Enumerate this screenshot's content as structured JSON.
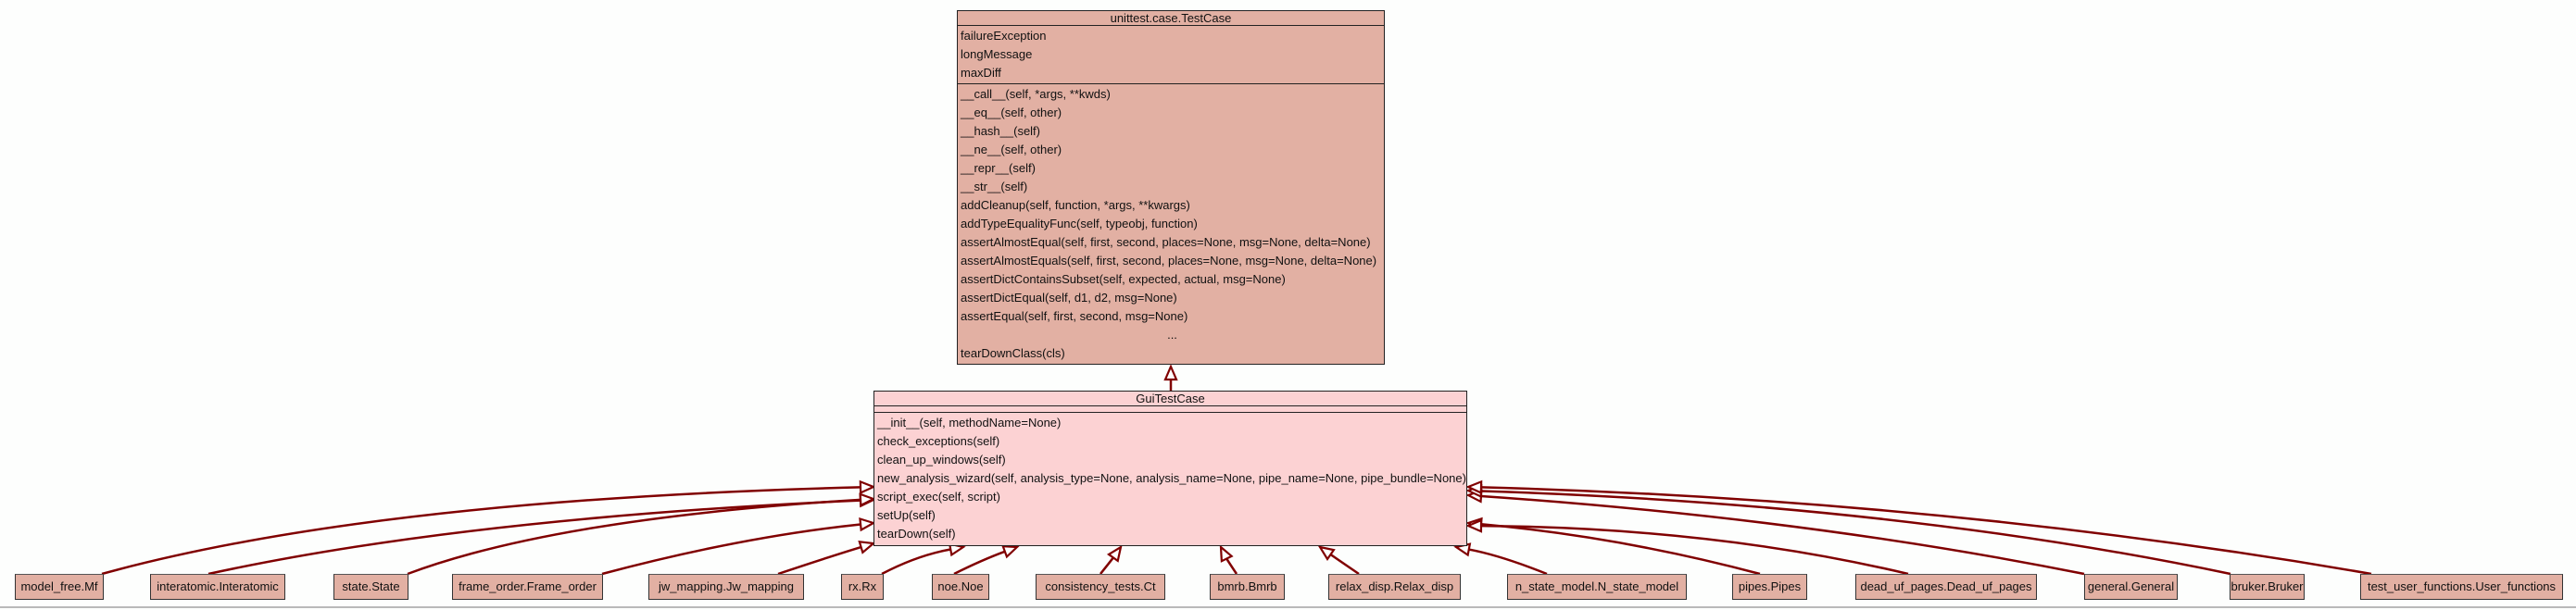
{
  "diagram": {
    "type": "uml-class-inheritance",
    "colors": {
      "edge": "#800000",
      "base_fill": "#e2b0a3",
      "focus_fill": "#fcd2d3",
      "border": "#222222",
      "background": "#fdfefd"
    },
    "base_class": {
      "name": "unittest.case.TestCase",
      "attributes": [
        "failureException",
        "longMessage",
        "maxDiff"
      ],
      "methods": [
        "__call__(self, *args, **kwds)",
        "__eq__(self, other)",
        "__hash__(self)",
        "__ne__(self, other)",
        "__repr__(self)",
        "__str__(self)",
        "addCleanup(self, function, *args, **kwargs)",
        "addTypeEqualityFunc(self, typeobj, function)",
        "assertAlmostEqual(self, first, second, places=None, msg=None, delta=None)",
        "assertAlmostEquals(self, first, second, places=None, msg=None, delta=None)",
        "assertDictContainsSubset(self, expected, actual, msg=None)",
        "assertDictEqual(self, d1, d2, msg=None)",
        "assertEqual(self, first, second, msg=None)"
      ],
      "ellipsis": "...",
      "last_method": "tearDownClass(cls)"
    },
    "focus_class": {
      "name": "GuiTestCase",
      "attributes": [],
      "methods": [
        "__init__(self, methodName=None)",
        "check_exceptions(self)",
        "clean_up_windows(self)",
        "new_analysis_wizard(self, analysis_type=None, analysis_name=None, pipe_name=None, pipe_bundle=None)",
        "script_exec(self, script)",
        "setUp(self)",
        "tearDown(self)"
      ],
      "inherits_from": "unittest.case.TestCase"
    },
    "subclasses": [
      {
        "name": "model_free.Mf"
      },
      {
        "name": "interatomic.Interatomic"
      },
      {
        "name": "state.State"
      },
      {
        "name": "frame_order.Frame_order"
      },
      {
        "name": "jw_mapping.Jw_mapping"
      },
      {
        "name": "rx.Rx"
      },
      {
        "name": "noe.Noe"
      },
      {
        "name": "consistency_tests.Ct"
      },
      {
        "name": "bmrb.Bmrb"
      },
      {
        "name": "relax_disp.Relax_disp"
      },
      {
        "name": "n_state_model.N_state_model"
      },
      {
        "name": "pipes.Pipes"
      },
      {
        "name": "dead_uf_pages.Dead_uf_pages"
      },
      {
        "name": "general.General"
      },
      {
        "name": "bruker.Bruker"
      },
      {
        "name": "test_user_functions.User_functions"
      }
    ]
  }
}
